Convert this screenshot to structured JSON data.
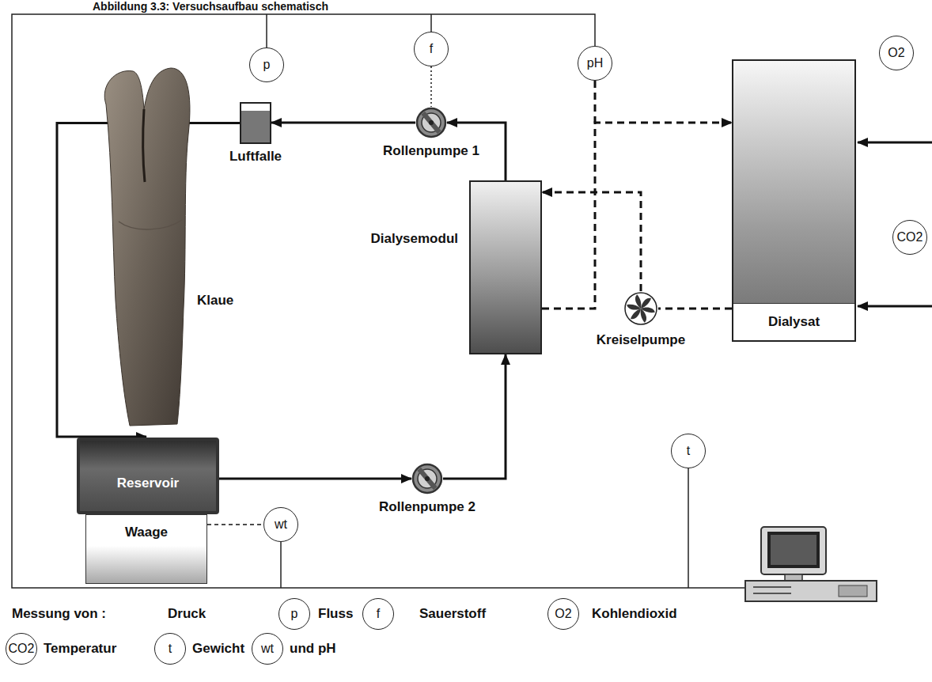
{
  "diagram": {
    "title": "Abbildung 3.3: Versuchsaufbau schematisch",
    "nodes": [
      {
        "text": [
          "p"
        ]
      },
      {
        "text": [
          "f"
        ]
      },
      {
        "text": [
          "pH"
        ]
      },
      {
        "text": [
          "O2"
        ]
      },
      {
        "text": [
          "Luftfalle"
        ]
      },
      {
        "text": [
          "Rollenpumpe 1"
        ]
      },
      {
        "text": [
          "Dialysat"
        ]
      },
      {
        "text": [
          "Dialysemodul"
        ]
      },
      {
        "text": [
          "CO2"
        ]
      },
      {
        "text": [
          "Klaue"
        ]
      },
      {
        "text": [
          "Kreiselpumpe"
        ]
      },
      {
        "text": [
          "Reservoir"
        ]
      },
      {
        "text": [
          "Rollenpumpe 2"
        ]
      },
      {
        "text": [
          "t"
        ]
      },
      {
        "text": [
          "Waage"
        ]
      },
      {
        "text": [
          "wt"
        ]
      },
      {
        "text": [
          "p"
        ]
      },
      {
        "text": [
          "f"
        ]
      },
      {
        "text": [
          "O2"
        ]
      },
      {
        "text": [
          "CO2"
        ]
      },
      {
        "text": [
          "t"
        ]
      },
      {
        "text": [
          "wt"
        ]
      }
    ],
    "edges": [
      {
        "from": 11,
        "to": 12,
        "arrow": "to"
      },
      {
        "from": 12,
        "to": 7,
        "arrow": "to"
      },
      {
        "from": 7,
        "to": 5,
        "arrow": "to"
      },
      {
        "from": 5,
        "to": 4,
        "arrow": "to"
      },
      {
        "from": 4,
        "to": 11,
        "arrow": "to"
      },
      {
        "from": 6,
        "to": 10,
        "arrow": "none"
      },
      {
        "from": 10,
        "to": 7,
        "arrow": "to"
      },
      {
        "from": 7,
        "to": 6,
        "arrow": "to"
      },
      {
        "from": 1,
        "to": 5,
        "arrow": "none"
      },
      {
        "from": 14,
        "to": 15,
        "arrow": "none"
      }
    ],
    "labels": [
      "Messung von :",
      "Druck",
      "Fluss",
      "Sauerstoff",
      "Kohlendioxid",
      "Temperatur",
      "Gewicht",
      "und pH"
    ]
  }
}
